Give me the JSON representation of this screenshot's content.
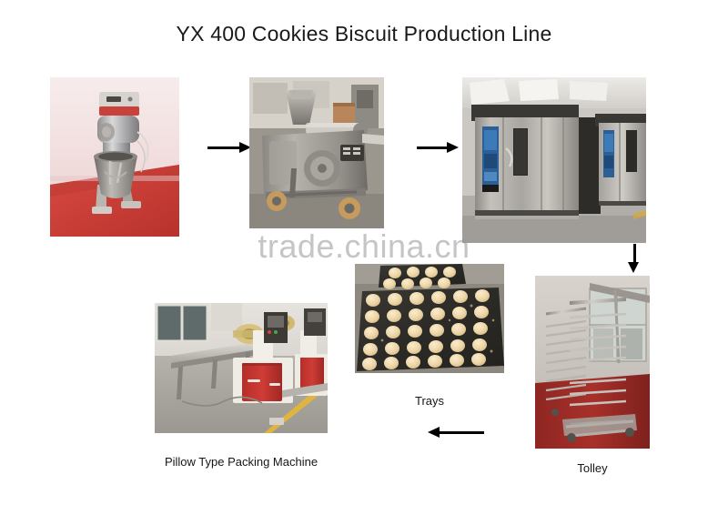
{
  "page": {
    "title": "YX 400 Cookies Biscuit Production Line",
    "watermark": "trade.china.cn",
    "background_color": "#ffffff"
  },
  "photos": [
    {
      "id": "dough-mixer",
      "caption": "",
      "alt": "Planetary dough mixer with stainless steel bowl on red factory floor"
    },
    {
      "id": "cookie-depositor",
      "caption": "",
      "alt": "Stainless steel cookie forming depositor machine with hopper and wheels"
    },
    {
      "id": "rotary-rack-oven",
      "caption": "",
      "alt": "Two stainless steel rotary rack ovens with blue control panels"
    },
    {
      "id": "trays",
      "caption": "Trays",
      "alt": "Black baking trays filled with rows of round cookie dough pieces"
    },
    {
      "id": "trolley",
      "caption": "Tolley",
      "alt": "Stainless steel baking rack trolleys on red floor near windows"
    },
    {
      "id": "pillow-packing-machine",
      "caption": "Pillow Type Packing Machine",
      "alt": "Red and white pillow type packing machines with long conveyor belts"
    }
  ],
  "arrows": [
    {
      "id": "mixer-to-depositor",
      "direction": "right"
    },
    {
      "id": "depositor-to-oven",
      "direction": "right"
    },
    {
      "id": "oven-to-trolley",
      "direction": "down"
    },
    {
      "id": "trolley-to-packing",
      "direction": "left"
    }
  ],
  "colors": {
    "title_text": "#1a1a1a",
    "caption_text": "#161616",
    "arrow": "#000000",
    "watermark": "#969696"
  }
}
